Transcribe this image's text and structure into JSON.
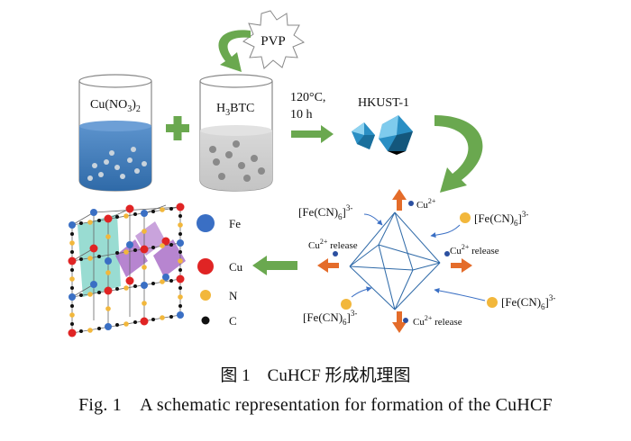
{
  "labels": {
    "pvp": "PVP",
    "cu_no3": "Cu(NO",
    "cu_no3_sub3": "3",
    "cu_no3_close": ")",
    "cu_no3_sub2": "2",
    "h3btc_h": "H",
    "h3btc_sub": "3",
    "h3btc_rest": "BTC",
    "cond_temp": "120°C,",
    "cond_time": "10 h",
    "hkust": "HKUST-1",
    "fecn_a": "[Fe(CN)",
    "fecn_sub": "6",
    "fecn_b": "]",
    "fecn_sup": "3-",
    "cu2_sup": "2+",
    "cu": "Cu",
    "release": " release",
    "legend_fe": "Fe",
    "legend_cu": "Cu",
    "legend_n": "N",
    "legend_c": "C"
  },
  "colors": {
    "arrow_green": "#6aa84f",
    "beaker_blue": "#3c78b4",
    "release_orange": "#e46c2a",
    "fe_blue": "#3a6fc4",
    "cu_red": "#e02424",
    "n_yellow": "#f2b73b",
    "c_black": "#111111"
  },
  "caption": {
    "cn": "图 1　CuHCF 形成机理图",
    "en": "Fig. 1　A schematic representation for formation of the CuHCF"
  }
}
